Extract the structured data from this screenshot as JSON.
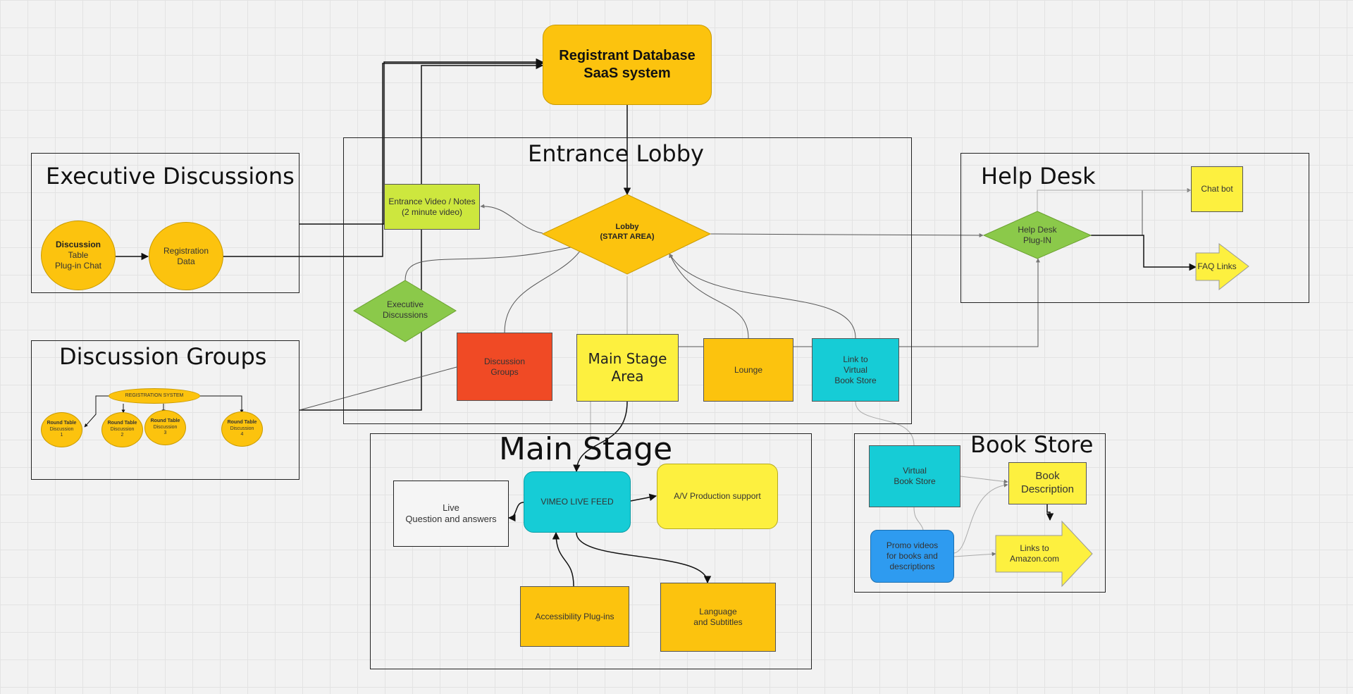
{
  "frames": {
    "executive": "Executive Discussions",
    "groups": "Discussion Groups",
    "lobby": "Entrance Lobby",
    "helpdesk": "Help Desk",
    "mainstage": "Main Stage",
    "bookstore": "Book Store"
  },
  "nodes": {
    "registrant_db": "Registrant Database\nSaaS system",
    "disc_table_bold": "Discussion",
    "disc_table_rest": "Table\nPlug-in Chat",
    "registration_data": "Registration\nData",
    "registration_system": "REGISTRATION SYSTEM",
    "round_tables": [
      {
        "title": "Round Table",
        "sub": "Discussion\n1"
      },
      {
        "title": "Round Table",
        "sub": "Discussion\n2"
      },
      {
        "title": "Round Table",
        "sub": "Discussion\n3"
      },
      {
        "title": "Round Table",
        "sub": "Discussion\n4"
      }
    ],
    "entrance_video": "Entrance Video / Notes\n(2 minute video)",
    "lobby_bold": "Lobby\n(START AREA)",
    "exec_discussions": "Executive\nDiscussions",
    "discussion_groups": "Discussion\nGroups",
    "main_stage_area": "Main Stage\nArea",
    "lounge": "Lounge",
    "virtual_link": "Link to\nVirtual\nBook Store",
    "help_desk_plugin": "Help Desk\nPlug-IN",
    "chat_bot": "Chat bot",
    "faq_links": "FAQ Links",
    "live_qa": "Live\nQuestion and answers",
    "vimeo": "VIMEO LIVE FEED",
    "av_support": "A/V Production support",
    "accessibility": "Accessibility Plug-ins",
    "language": "Language\nand Subtitles",
    "virtual_book_store": "Virtual\nBook Store",
    "book_description": "Book\nDescription",
    "promo_videos": "Promo videos\nfor books and\ndescriptions",
    "amazon_links": "Links to\nAmazon.com"
  },
  "colors": {
    "orange_yellow": "#fcc30e",
    "yellow": "#fdf03f",
    "lime": "#cde73e",
    "green": "#8bc94a",
    "red_orange": "#f04a25",
    "teal": "#16ccd6",
    "blue": "#2e9bf0"
  }
}
